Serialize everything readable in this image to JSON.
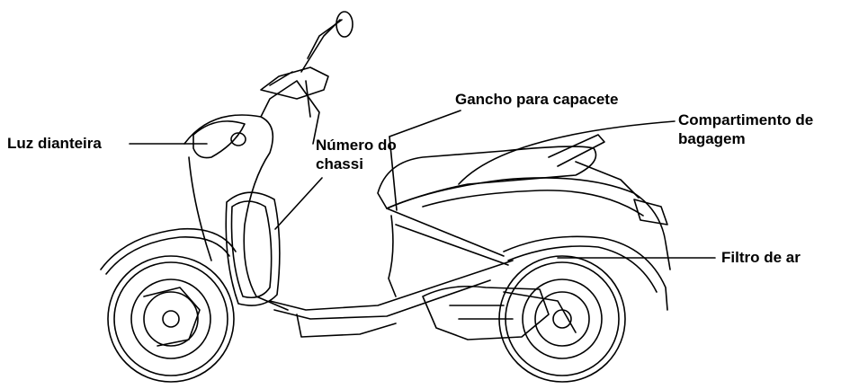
{
  "labels": {
    "luz_dianteira": "Luz dianteira",
    "gancho": "Gancho para capacete",
    "compartimento_line1": "Compartimento de",
    "compartimento_line2": "bagagem",
    "numero_line1": "Número do",
    "numero_line2": "chassi",
    "filtro": "Filtro de ar"
  },
  "colors": {
    "line": "#000000",
    "background": "#ffffff"
  }
}
